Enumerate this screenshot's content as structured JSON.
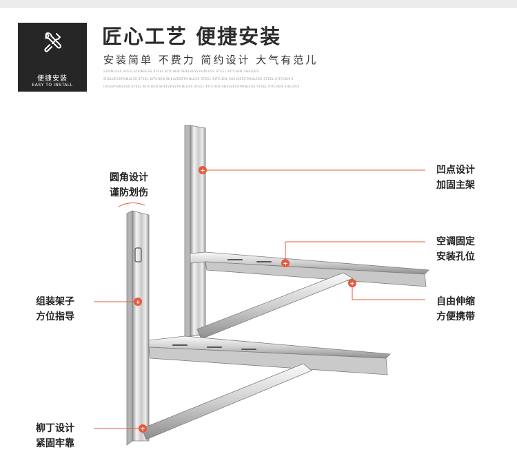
{
  "badge": {
    "icon": "wrench-screwdriver-icon",
    "label_cn": "便捷安装",
    "label_en": "EASY TO INSTALL"
  },
  "header": {
    "title": "匠心工艺 便捷安装",
    "subtitle": "安装简单 不费力 简约设计 大气有范儿",
    "deco_lines": [
      "STAINLESS STEELSTAINLESS STEEL KITCHEN SHELVESSTAINLESS STEEL KITCHEN SHELVES",
      "SHELVESSTAINLESS STEEL KITCHEN SHELVESSTAINLESS STEEL KITCHEN SHELVESSTAINLESS STEEL KITCHEN S",
      "LVESSTAINLESS STEEL KITCHEN SHELVESSTAINLESS STEEL KITCHEN SHELVESSTAINLESS STEEL KITCHEN SHELVES"
    ]
  },
  "features": {
    "rounded_corner": {
      "line1": "圆角设计",
      "line2": "谨防划伤"
    },
    "concave_point": {
      "line1": "凹点设计",
      "line2": "加固主架"
    },
    "ac_holes": {
      "line1": "空调固定",
      "line2": "安装孔位"
    },
    "extendable": {
      "line1": "自由伸缩",
      "line2": "方便携带"
    },
    "assembly_guide": {
      "line1": "组装架子",
      "line2": "方位指导"
    },
    "rivet_design": {
      "line1": "柳丁设计",
      "line2": "紧固牢靠"
    }
  },
  "colors": {
    "accent": "#e8583a",
    "badge_bg": "#262626",
    "title_text": "#2b2b2b",
    "steel_light": "#f1f1f1",
    "steel_dark": "#9a9a9a"
  }
}
